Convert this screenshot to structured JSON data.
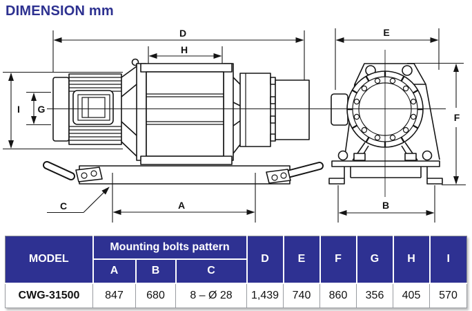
{
  "title": "DIMENSION mm",
  "drawing": {
    "labels": {
      "D": "D",
      "H": "H",
      "I": "I",
      "G": "G",
      "C": "C",
      "A": "A",
      "E": "E",
      "F": "F",
      "B": "B"
    }
  },
  "table": {
    "model_header": "MODEL",
    "mounting_header": "Mounting bolts pattern",
    "mounting_cols": [
      "A",
      "B",
      "C"
    ],
    "dim_cols": [
      "D",
      "E",
      "F",
      "G",
      "H",
      "I"
    ],
    "row": {
      "model": "CWG-31500",
      "A": "847",
      "B": "680",
      "C": "8 – Ø 28",
      "D": "1,439",
      "E": "740",
      "F": "860",
      "G": "356",
      "H": "405",
      "I": "570"
    }
  },
  "colors": {
    "header_bg": "#2e3192",
    "title_text": "#2d3190",
    "line": "#151515",
    "table_border": "#989ba0"
  }
}
